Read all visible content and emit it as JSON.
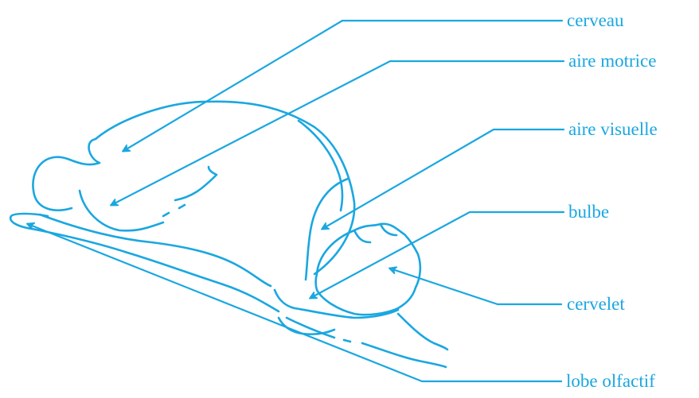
{
  "diagram": {
    "labels": {
      "cerveau": "cerveau",
      "aire_motrice": "aire motrice",
      "aire_visuelle": "aire visuelle",
      "bulbe": "bulbe",
      "cervelet": "cervelet",
      "lobe_olfactif": "lobe olfactif"
    },
    "colors": {
      "ink": "#1aa7e0",
      "background": "#ffffff"
    }
  }
}
